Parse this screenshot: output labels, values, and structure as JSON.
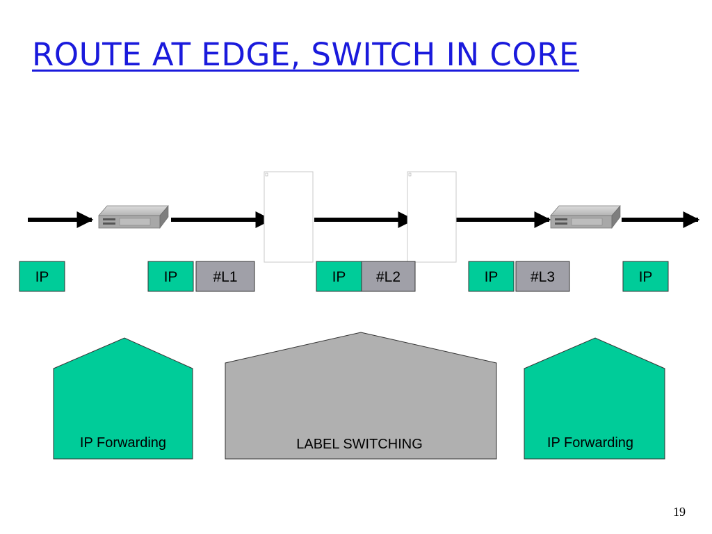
{
  "slide": {
    "title": "ROUTE AT EDGE, SWITCH IN CORE",
    "page_number": "19"
  },
  "packets": {
    "p1": {
      "ip": "IP"
    },
    "p2": {
      "ip": "IP",
      "label": "#L1"
    },
    "p3": {
      "ip": "IP",
      "label": "#L2"
    },
    "p4": {
      "ip": "IP",
      "label": "#L3"
    },
    "p5": {
      "ip": "IP"
    }
  },
  "functions": {
    "left": "IP Forwarding",
    "center": "LABEL SWITCHING",
    "right": "IP Forwarding"
  },
  "colors": {
    "title": "#1a1adc",
    "ip_box": "#00cc99",
    "label_box": "#a0a0a8",
    "switching_house": "#b0b0b0",
    "forwarding_house": "#00cc99",
    "arrow": "#000000"
  },
  "icons": {
    "edge_router": "router-icon",
    "core_switch": "image-placeholder-icon"
  }
}
